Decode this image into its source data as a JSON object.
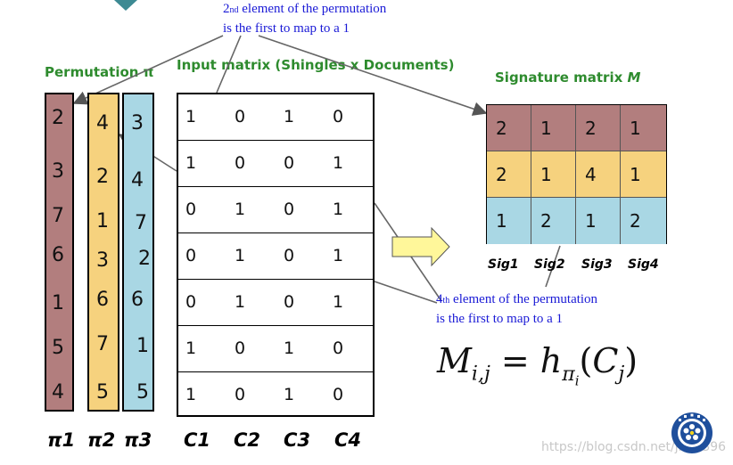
{
  "note_top": {
    "ordinal": "2",
    "suffix": "nd",
    "line1_rest": " element of the permutation",
    "line2": "is the first to map to a 1"
  },
  "note_bottom": {
    "ordinal": "4",
    "suffix": "th",
    "line1_rest": " element of the permutation",
    "line2": "is the first to map to a 1"
  },
  "permutation_label": "Permutation π",
  "input_label": "Input matrix (Shingles x Documents)",
  "signature_label": "Signature matrix ",
  "signature_label_var": "M",
  "permutations": [
    {
      "label": "π1",
      "values": [
        "2",
        "3",
        "7",
        "6",
        "1",
        "5",
        "4"
      ],
      "color": "#b27e7e"
    },
    {
      "label": "π2",
      "values": [
        "4",
        "2",
        "1",
        "3",
        "6",
        "7",
        "5"
      ],
      "color": "#f6d27e"
    },
    {
      "label": "π3",
      "values": [
        "3",
        "4",
        "7",
        "2",
        "6",
        "1",
        "5"
      ],
      "color": "#a9d7e4"
    }
  ],
  "input_matrix": {
    "columns": [
      "C1",
      "C2",
      "C3",
      "C4"
    ],
    "rows": [
      [
        "1",
        "0",
        "1",
        "0"
      ],
      [
        "1",
        "0",
        "0",
        "1"
      ],
      [
        "0",
        "1",
        "0",
        "1"
      ],
      [
        "0",
        "1",
        "0",
        "1"
      ],
      [
        "0",
        "1",
        "0",
        "1"
      ],
      [
        "1",
        "0",
        "1",
        "0"
      ],
      [
        "1",
        "0",
        "1",
        "0"
      ]
    ]
  },
  "signature_matrix": {
    "columns": [
      "Sig1",
      "Sig2",
      "Sig3",
      "Sig4"
    ],
    "rows": [
      {
        "values": [
          "2",
          "1",
          "2",
          "1"
        ],
        "color": "#b27e7e"
      },
      {
        "values": [
          "2",
          "1",
          "4",
          "1"
        ],
        "color": "#f6d27e"
      },
      {
        "values": [
          "1",
          "2",
          "1",
          "2"
        ],
        "color": "#a9d7e4"
      }
    ]
  },
  "formula": {
    "M": "M",
    "sub_ij": "i,j",
    "eq": " = ",
    "h": "h",
    "pi": "π",
    "sub_i": "i",
    "paren_open": "(",
    "C": "C",
    "sub_j": "j",
    "paren_close": ")"
  },
  "watermark": "https://blog.csdn.net/jbb0396",
  "colors": {
    "note_blue": "#1a1ad6",
    "label_green": "#2e8b2e",
    "arrow_yellow": "#fff79a"
  }
}
